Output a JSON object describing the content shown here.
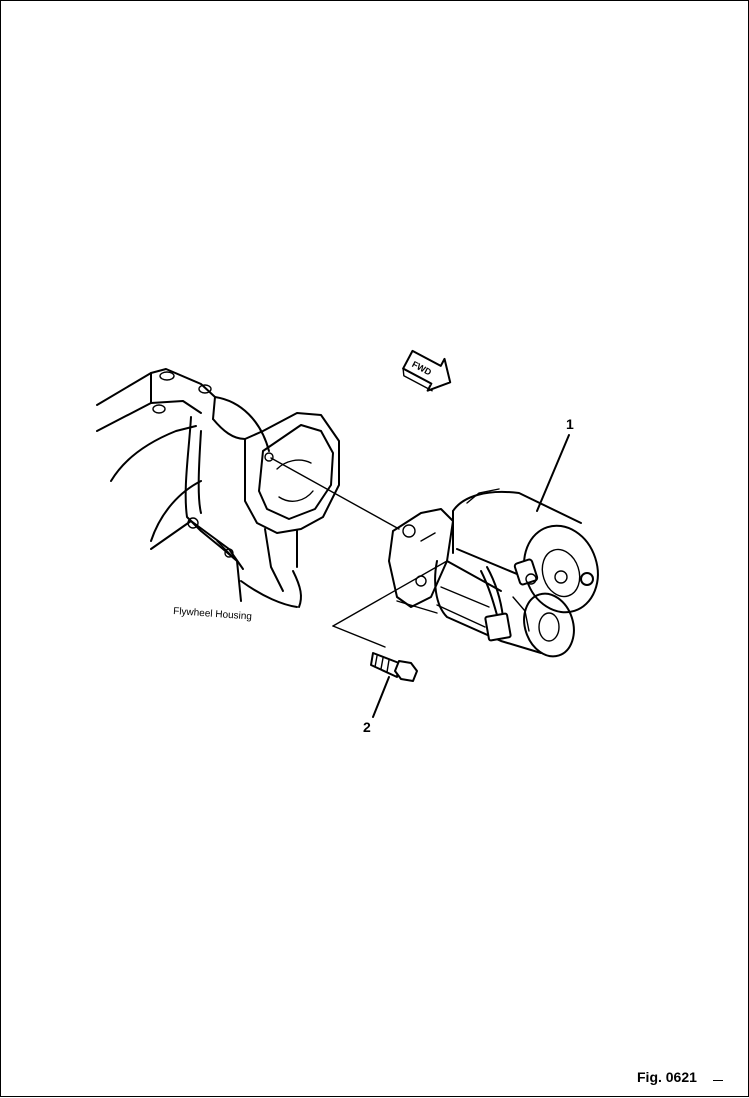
{
  "diagram": {
    "callouts": [
      {
        "id": "1",
        "text": "1"
      },
      {
        "id": "2",
        "text": "2"
      }
    ],
    "labels": {
      "flywheel_housing": "Flywheel Housing",
      "fwd_arrow": "FWD"
    },
    "figure_number": "Fig. 0621"
  }
}
